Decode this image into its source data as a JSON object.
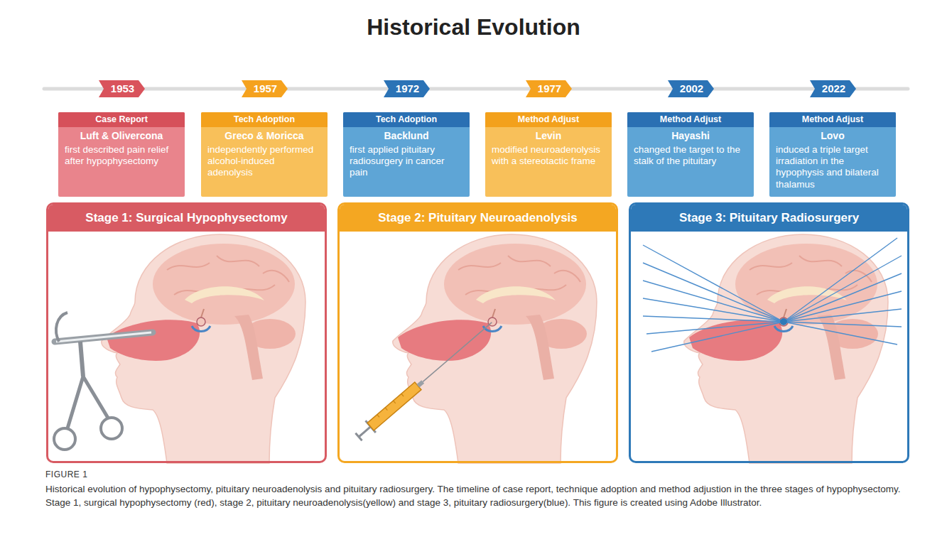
{
  "diagram": {
    "title": "Historical Evolution",
    "caption": "Historical evolution of hypophysectomy, pituitary neuroadenolysis and pituitary radiosurgery. The timeline of case report, technique adoption and method adjustion in the three stages of hypophysectomy. Stage 1, surgical hypophysectomy (red), stage 2, pituitary neuroadenolysis(yellow) and stage 3, pituitary radiosurgery(blue). This figure is created using Adobe Illustrator.",
    "nodes": [
      {
        "text": [
          "1953"
        ]
      },
      {
        "text": [
          "1957"
        ]
      },
      {
        "text": [
          "1972"
        ]
      },
      {
        "text": [
          "1977"
        ]
      },
      {
        "text": [
          "2002"
        ]
      },
      {
        "text": [
          "2022"
        ]
      },
      {
        "text": [
          "Case Report",
          "Luft & Olivercona",
          "first described pain relief after hypophysectomy"
        ]
      },
      {
        "text": [
          "Tech Adoption",
          "Greco & Moricca",
          "independently performed alcohol-induced adenolysis"
        ]
      },
      {
        "text": [
          "Tech Adoption",
          "Backlund",
          "first applied pituitary radiosurgery in cancer pain"
        ]
      },
      {
        "text": [
          "Method Adjust",
          "Levin",
          "modified neuroadenolysis with a stereotactic frame"
        ]
      },
      {
        "text": [
          "Method Adjust",
          "Hayashi",
          "changed the target to the stalk of the pituitary"
        ]
      },
      {
        "text": [
          "Method Adjust",
          "Lovo",
          "induced a triple target irradiation in the hypophysis and bilateral thalamus"
        ]
      },
      {
        "text": [
          "Stage 1: Surgical Hypophysectomy"
        ]
      },
      {
        "text": [
          "Stage 2: Pituitary Neuroadenolysis"
        ]
      },
      {
        "text": [
          "Stage 3: Pituitary Radiosurgery"
        ]
      }
    ],
    "labels": [
      "FIGURE 1"
    ]
  }
}
